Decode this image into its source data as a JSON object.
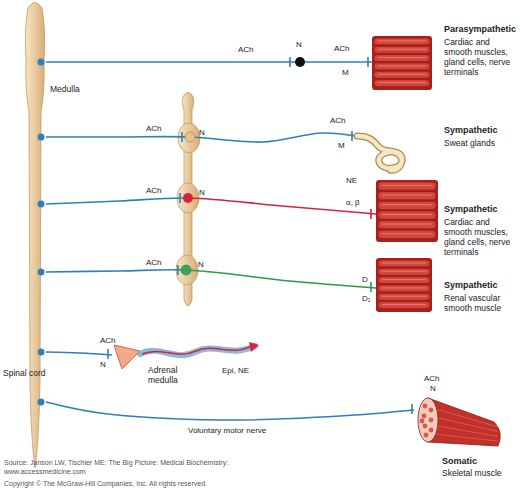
{
  "diagram": {
    "nodes": [
      {
        "text": [
          "Medulla",
          "Spinal cord"
        ]
      },
      {
        "text": [
          "Parasympathetic",
          "Cardiac and smooth muscles, gland cells, nerve terminals"
        ]
      },
      {
        "text": [
          "Sympathetic",
          "Sweat glands"
        ]
      },
      {
        "text": [
          "Sympathetic",
          "Cardiac and smooth muscles, gland cells, nerve terminals"
        ]
      },
      {
        "text": [
          "Sympathetic",
          "Renal vascular smooth muscle"
        ]
      },
      {
        "text": [
          "Adrenal medulla"
        ]
      },
      {
        "text": [
          "Somatic",
          "Skeletal muscle"
        ]
      }
    ],
    "edges": [
      {
        "from": 0,
        "to": 1,
        "arrow": "none"
      },
      {
        "from": 0,
        "to": 2,
        "arrow": "none"
      },
      {
        "from": 0,
        "to": 3,
        "arrow": "none"
      },
      {
        "from": 0,
        "to": 4,
        "arrow": "none"
      },
      {
        "from": 0,
        "to": 5,
        "arrow": "none"
      },
      {
        "from": 0,
        "to": 6,
        "arrow": "none",
        "label": "Voluntary motor nerve"
      }
    ],
    "labels": [
      "ACh",
      "N",
      "ACh",
      "M",
      "ACh",
      "N",
      "ACh",
      "M",
      "ACh",
      "N",
      "NE",
      "α, β",
      "ACh",
      "N",
      "D",
      "D₁",
      "ACh",
      "N",
      "Epi, NE",
      "ACh",
      "N",
      "Source: Janson LW, Tischler ME: The Big Picture: Medical Biochemistry:",
      "www.accessmedicine.com",
      "Copyright © The McGraw-Hill Companies, Inc. All rights reserved."
    ]
  }
}
